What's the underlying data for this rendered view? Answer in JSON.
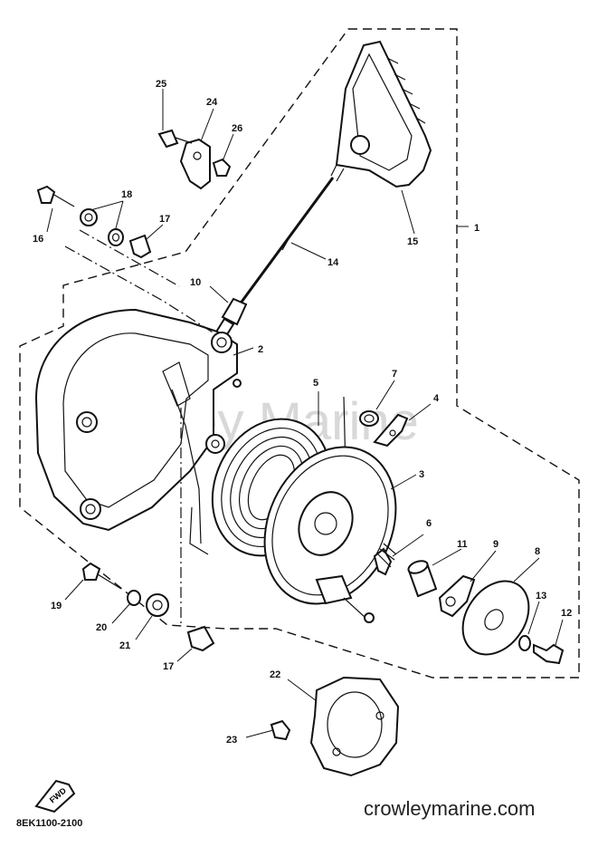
{
  "diagram": {
    "watermark": "Crowley Marine",
    "site": "crowleymarine.com",
    "drawing_code": "8EK1100-2100",
    "fwd_label": "FWD",
    "callouts": [
      {
        "id": "1",
        "label": "1"
      },
      {
        "id": "2",
        "label": "2"
      },
      {
        "id": "3",
        "label": "3"
      },
      {
        "id": "4",
        "label": "4"
      },
      {
        "id": "5",
        "label": "5"
      },
      {
        "id": "6",
        "label": "6"
      },
      {
        "id": "7",
        "label": "7"
      },
      {
        "id": "8",
        "label": "8"
      },
      {
        "id": "9",
        "label": "9"
      },
      {
        "id": "10",
        "label": "10"
      },
      {
        "id": "11",
        "label": "11"
      },
      {
        "id": "12",
        "label": "12"
      },
      {
        "id": "13",
        "label": "13"
      },
      {
        "id": "14",
        "label": "14"
      },
      {
        "id": "15",
        "label": "15"
      },
      {
        "id": "16",
        "label": "16"
      },
      {
        "id": "17a",
        "label": "17"
      },
      {
        "id": "17b",
        "label": "17"
      },
      {
        "id": "18",
        "label": "18"
      },
      {
        "id": "19",
        "label": "19"
      },
      {
        "id": "20",
        "label": "20"
      },
      {
        "id": "21",
        "label": "21"
      },
      {
        "id": "22",
        "label": "22"
      },
      {
        "id": "23",
        "label": "23"
      },
      {
        "id": "24",
        "label": "24"
      },
      {
        "id": "25",
        "label": "25"
      },
      {
        "id": "26",
        "label": "26"
      }
    ]
  }
}
